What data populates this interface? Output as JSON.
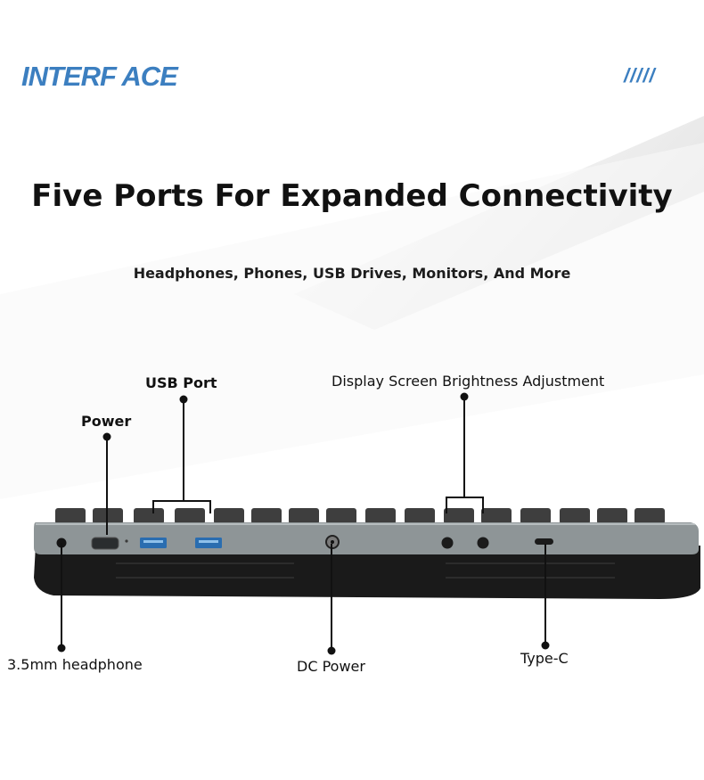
{
  "brand": {
    "name": "INTERF ACE",
    "mark": "/////",
    "accent_color": "#3c7fc0"
  },
  "headline": "Five Ports For Expanded Connectivity",
  "subheadline": "Headphones, Phones, USB Drives, Monitors, And More",
  "callouts": {
    "usb_port": "USB Port",
    "power": "Power",
    "display_brightness": "Display Screen Brightness Adjustment",
    "headphone": "3.5mm headphone",
    "dc_power": "DC Power",
    "type_c": "Type-C"
  },
  "device": {
    "body_color": "#8e9597",
    "base_color": "#1a1a1a",
    "key_color": "#3e3e3e"
  }
}
